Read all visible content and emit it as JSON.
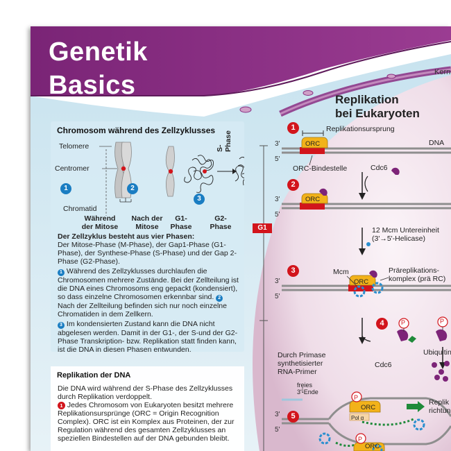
{
  "title": {
    "line1": "Genetik",
    "line2": "Basics"
  },
  "nucleus_label": "Kern",
  "chromosome_panel": {
    "title": "Chromosom während des Zellzyklusses",
    "labels": {
      "telomere": "Telomere",
      "centromere": "Centromer",
      "chromatid": "Chromatid",
      "s_phase": "S-Phase"
    },
    "phases": [
      {
        "num": "1",
        "line1": "Während",
        "line2": "der Mitose"
      },
      {
        "num": "2",
        "line1": "Nach der",
        "line2": "Mitose"
      },
      {
        "num": "",
        "line1": "G1-",
        "line2": "Phase"
      },
      {
        "num": "3",
        "line1": "G2-",
        "line2": "Phase"
      }
    ],
    "phases_heading": "Der Zellzyklus besteht aus vier Phasen:",
    "phases_text": "Der Mitose-Phase (M-Phase), der Gap1-Phase (G1-Phase), der Synthese-Phase (S-Phase) und der Gap 2-Phase (G2-Phase).",
    "para1_a": " Während des Zellzyklusses durchlaufen die Chromosomen mehrere Zustände. Bei der Zellteilung ist die DNA eines Chromosoms eng gepackt (kondensiert), so dass einzelne Chromosomen erkennbar sind. ",
    "para1_b": " Nach der Zellteilung befinden sich nur noch einzelne Chromatiden in dem Zellkern.",
    "para2": " Im kondensierten Zustand kann die DNA nicht abgelesen werden. Damit in der G1-, der S-und der G2-Phase Transkription- bzw. Replikation statt finden kann, ist die DNA in diesen Phasen entwunden."
  },
  "replication_panel": {
    "title": "Replikation der DNA",
    "p1": "Die DNA wird während der S-Phase des Zellzyklusses durch Replikation verdoppelt.",
    "p2": " Jedes Chromosom von Eukaryoten besitzt mehrere Replikationsursprünge (ORC = Origin Recognition Complex). ORC ist ein Komplex aus Proteinen, der zur Regulation während des gesamten Zellzyklusses an speziellen Bindestellen auf der DNA gebunden bleibt."
  },
  "diagram": {
    "heading_line1": "Replikation",
    "heading_line2": "bei Eukaryoten",
    "g1": "G1",
    "steps": [
      "1",
      "2",
      "3",
      "4",
      "5"
    ],
    "labels": {
      "origin": "Replikationsursprung",
      "dna": "DNA",
      "orc": "ORC",
      "orc_site": "ORC-Bindestelle",
      "cdc6": "Cdc6",
      "mcm_line1": "12 Mcm Untereinheit",
      "mcm_line2": "(3'→5'-Helicase)",
      "mcm": "Mcm",
      "prc_line1": "Präreplikations-",
      "prc_line2": "komplex (prä RC)",
      "ubiquitin": "Ubiquitin",
      "cdc6_b": "Cdc6",
      "primase_line1": "Durch Primase",
      "primase_line2": "synthetisierter",
      "primase_line3": "RNA-Primer",
      "free_line1": "freies",
      "free_line2": "3'-Ende",
      "replication_dir_line1": "Replik",
      "replication_dir_line2": "richtun",
      "p": "P",
      "pol": "Pol α",
      "prime3": "3'",
      "prime5": "5'"
    }
  },
  "colors": {
    "purple": "#7d2478",
    "orc": "#f2b21a",
    "red": "#d2151c",
    "blue_num": "#1a7dc2",
    "helicase": "#2a8fcf",
    "green_arrow": "#1f8a3a"
  }
}
